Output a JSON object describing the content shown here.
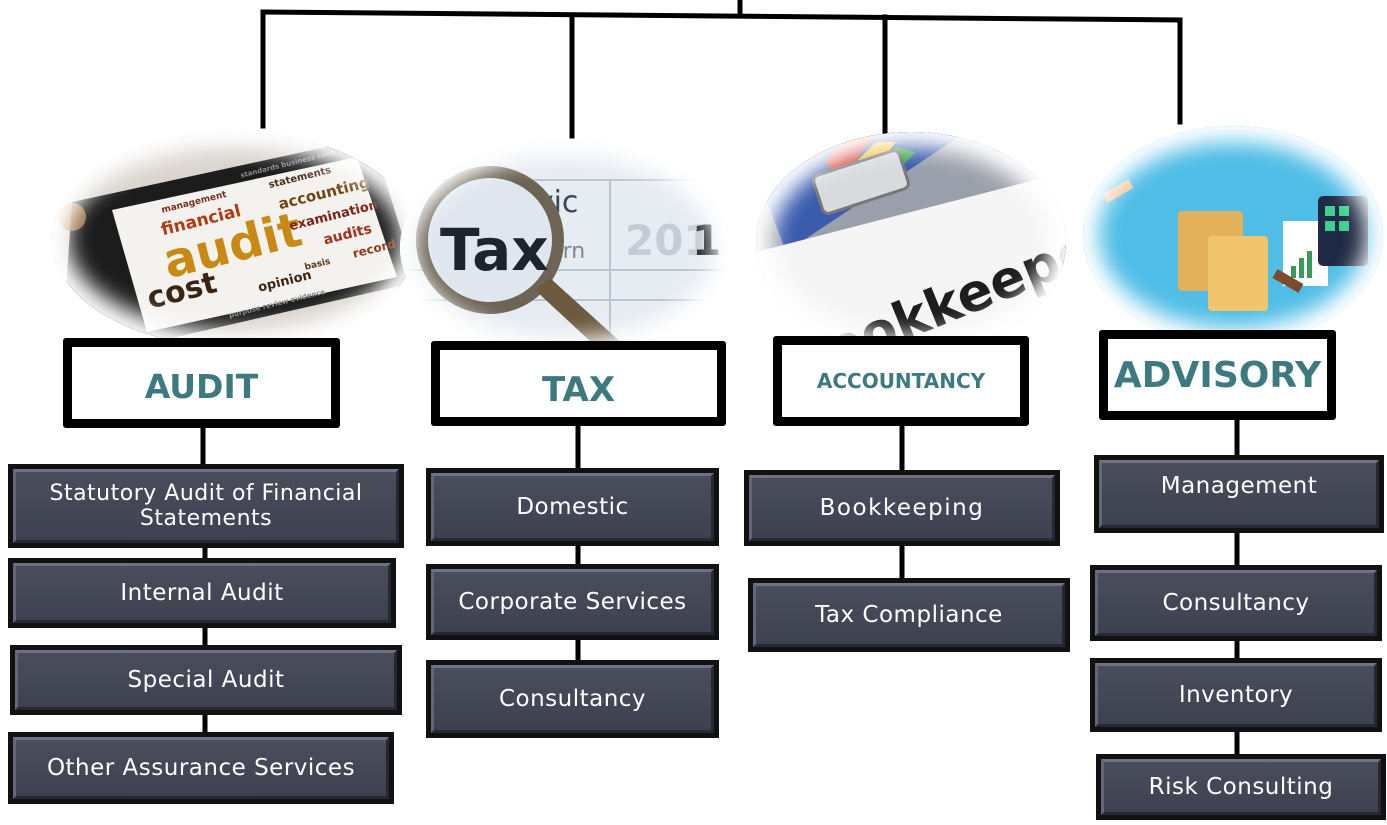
{
  "diagram": {
    "branches": [
      {
        "id": "audit",
        "title": "AUDIT",
        "image_words": [
          "management",
          "financial",
          "statements",
          "accounting",
          "audit",
          "cost",
          "examination",
          "audits",
          "opinion",
          "basis",
          "record"
        ],
        "items": [
          "Statutory Audit of Financial Statements",
          "Internal Audit",
          "Special Audit",
          "Other Assurance Services"
        ]
      },
      {
        "id": "tax",
        "title": "TAX",
        "image_words": [
          "e Servic",
          "Tax",
          "turn",
          "201",
          "1"
        ],
        "items": [
          "Domestic",
          "Corporate Services",
          "Consultancy"
        ]
      },
      {
        "id": "accountancy",
        "title": "ACCOUNTANCY",
        "image_words": [
          "Bookkeepe"
        ],
        "items": [
          "Bookkeeping",
          "Tax Compliance"
        ]
      },
      {
        "id": "advisory",
        "title": "ADVISORY",
        "image_words": [],
        "items": [
          "Management",
          "Consultancy",
          "Inventory",
          "Risk Consulting"
        ]
      }
    ],
    "colors": {
      "header_text": "#3d7a80",
      "item_fill": "#43465a",
      "item_text": "#ffffff",
      "line": "#000000"
    }
  }
}
